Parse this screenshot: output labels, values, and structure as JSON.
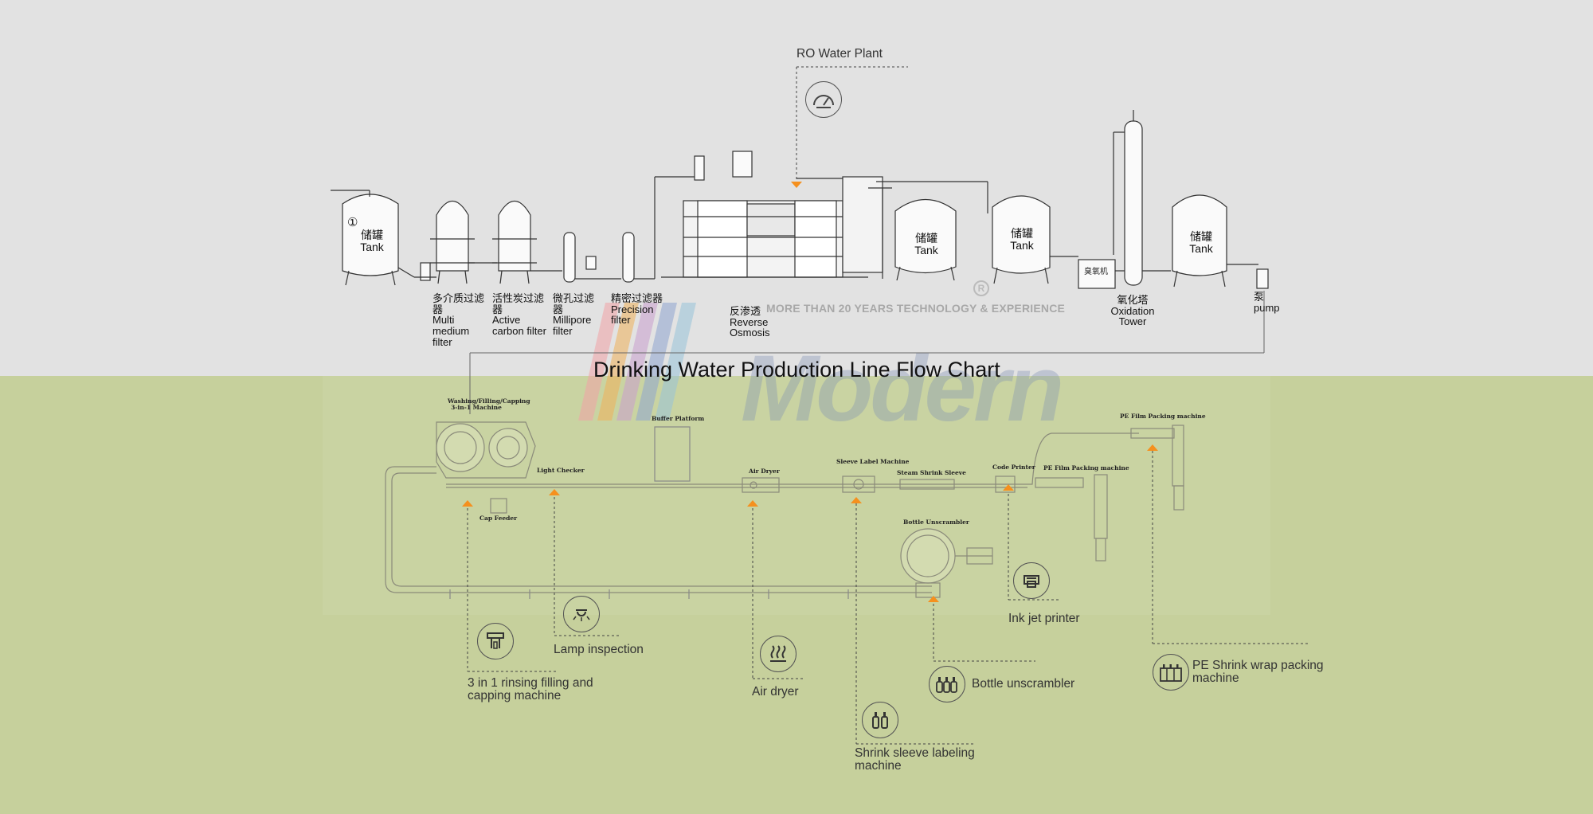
{
  "title": "Drinking Water Production Line Flow Chart",
  "watermark": {
    "logo_text": "Modern",
    "tagline": "MORE THAN 20 YEARS TECHNOLOGY & EXPERIENCE",
    "registered_mark": "R"
  },
  "top_section": {
    "callout": "RO Water Plant",
    "tank_1": {
      "zh": "储罐",
      "en": "Tank",
      "number": "①"
    },
    "multi_medium_filter": {
      "zh": "多介质过滤器",
      "en": "Multi medium filter"
    },
    "active_carbon_filter": {
      "zh": "活性炭过滤器",
      "en": "Active carbon filter"
    },
    "millipore_filter": {
      "zh": "微孔过滤器",
      "en": "Millipore filter"
    },
    "precision_filter": {
      "zh": "精密过滤器",
      "en": "Precision filter"
    },
    "reverse_osmosis": {
      "zh": "反渗透",
      "en": "Reverse Osmosis"
    },
    "tank_2": {
      "zh": "储罐",
      "en": "Tank"
    },
    "tank_3": {
      "zh": "储罐",
      "en": "Tank"
    },
    "ozone_generator": {
      "zh": "臭氧机"
    },
    "oxidation_tower": {
      "zh": "氧化塔",
      "en": "Oxidation Tower"
    },
    "tank_4": {
      "zh": "储罐",
      "en": "Tank"
    },
    "pump": {
      "zh": "泵",
      "en": "pump"
    }
  },
  "line_labels": {
    "washing_filling_capping": "Washing/Filling/Capping 3-in-1 Machine",
    "buffer_platform": "Buffer Platform",
    "light_checker": "Light Checker",
    "cap_feeder": "Cap Feeder",
    "air_dryer": "Air Dryer",
    "sleeve_label_machine": "Sleeve Label Machine",
    "steam_shrink_sleeve": "Steam Shrink Sleeve",
    "code_printer": "Code Printer",
    "pe_film_packing_1": "PE Film Packing machine",
    "pe_film_packing_2": "PE Film Packing machine",
    "bottle_unscrambler": "Bottle Unscrambler"
  },
  "callouts": {
    "rinsing_filling_capping": "3 in 1 rinsing filling and capping machine",
    "lamp_inspection": "Lamp inspection",
    "air_dryer": "Air dryer",
    "shrink_sleeve_labeling": "Shrink sleeve labeling machine",
    "bottle_unscrambler": "Bottle unscrambler",
    "ink_jet_printer": "Ink jet printer",
    "pe_shrink_wrap": "PE Shrink wrap packing machine"
  },
  "icons": {
    "ro": "gauge-icon",
    "rinsing": "filling-machine-icon",
    "lamp": "lamp-icon",
    "air_dryer": "heat-waves-icon",
    "shrink_sleeve": "bottles-icon",
    "bottle_unscrambler": "bottles-icon",
    "ink_jet": "printer-icon",
    "pe_shrink": "bottle-pack-icon"
  },
  "colors": {
    "top_background": "#e2e2e2",
    "bottom_background": "#c6d09c",
    "arrow_marker": "#f5901e"
  }
}
